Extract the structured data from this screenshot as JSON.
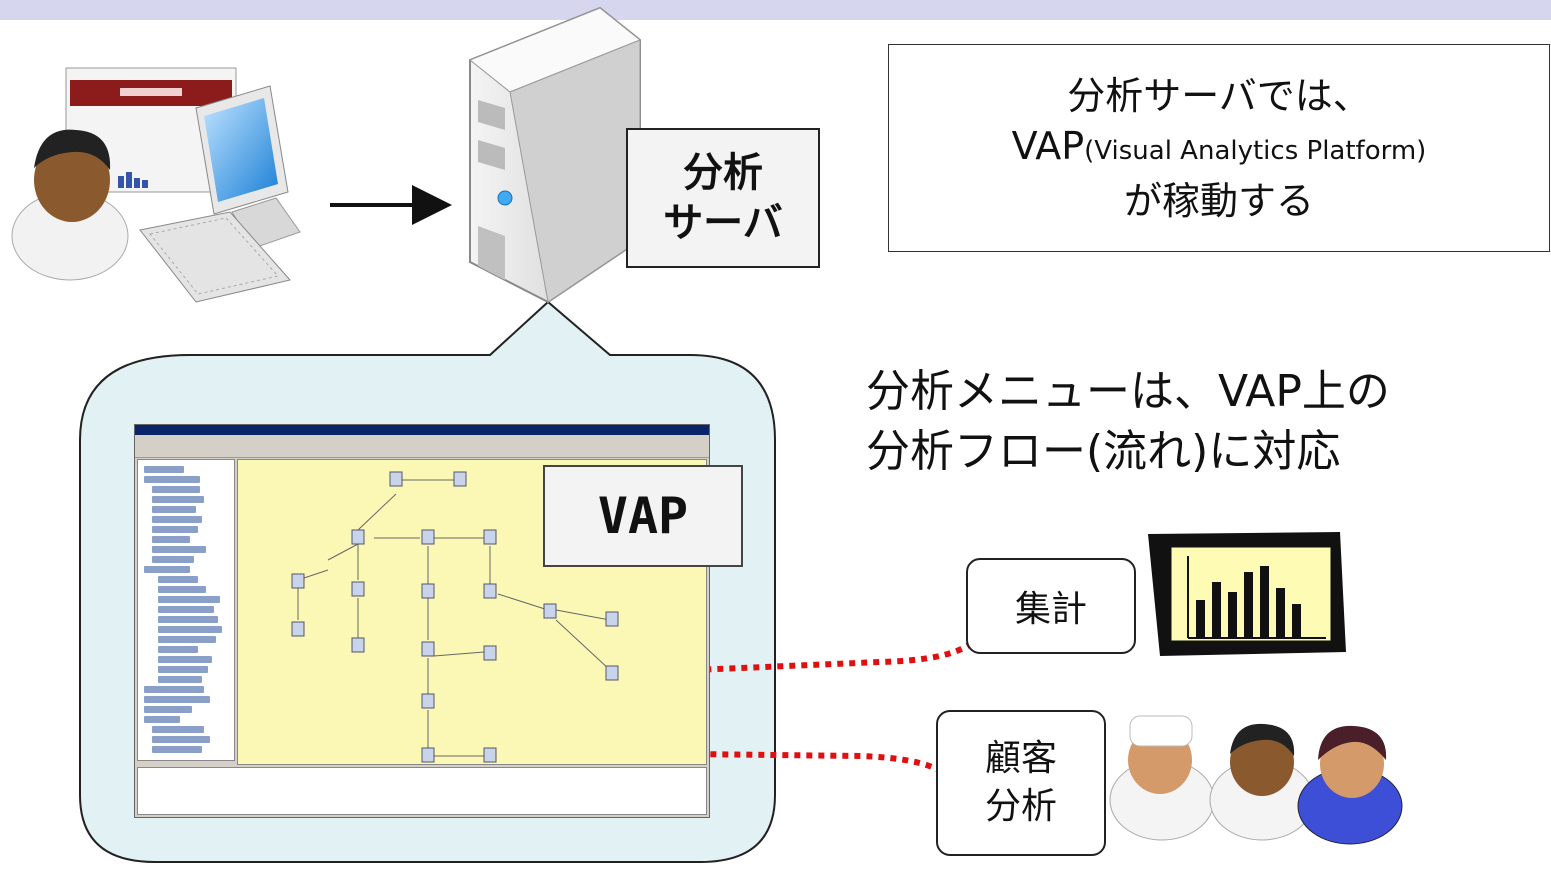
{
  "server_label": {
    "line1": "分析",
    "line2": "サーバ"
  },
  "description": {
    "line1": "分析サーバでは、",
    "line2_main": "VAP",
    "line2_sub": "(Visual Analytics Platform)",
    "line3": "が稼動する"
  },
  "menu_text": {
    "line1": "分析メニューは、VAP上の",
    "line2": "分析フロー(流れ)に対応"
  },
  "vap_label": "VAP",
  "menus": {
    "aggregate": "集計",
    "customer_line1": "顧客",
    "customer_line2": "分析"
  },
  "colors": {
    "topbar": "#d6d6ef",
    "bubble_fill": "#e2f1f4",
    "canvas_fill": "#fbf8b6",
    "arrow_red": "#e01010",
    "chart_fill": "#fdfbb4"
  },
  "icons": {
    "user": "user-at-computer-icon",
    "server": "server-tower-icon",
    "chart": "bar-chart-icon",
    "people": "customers-group-icon"
  }
}
